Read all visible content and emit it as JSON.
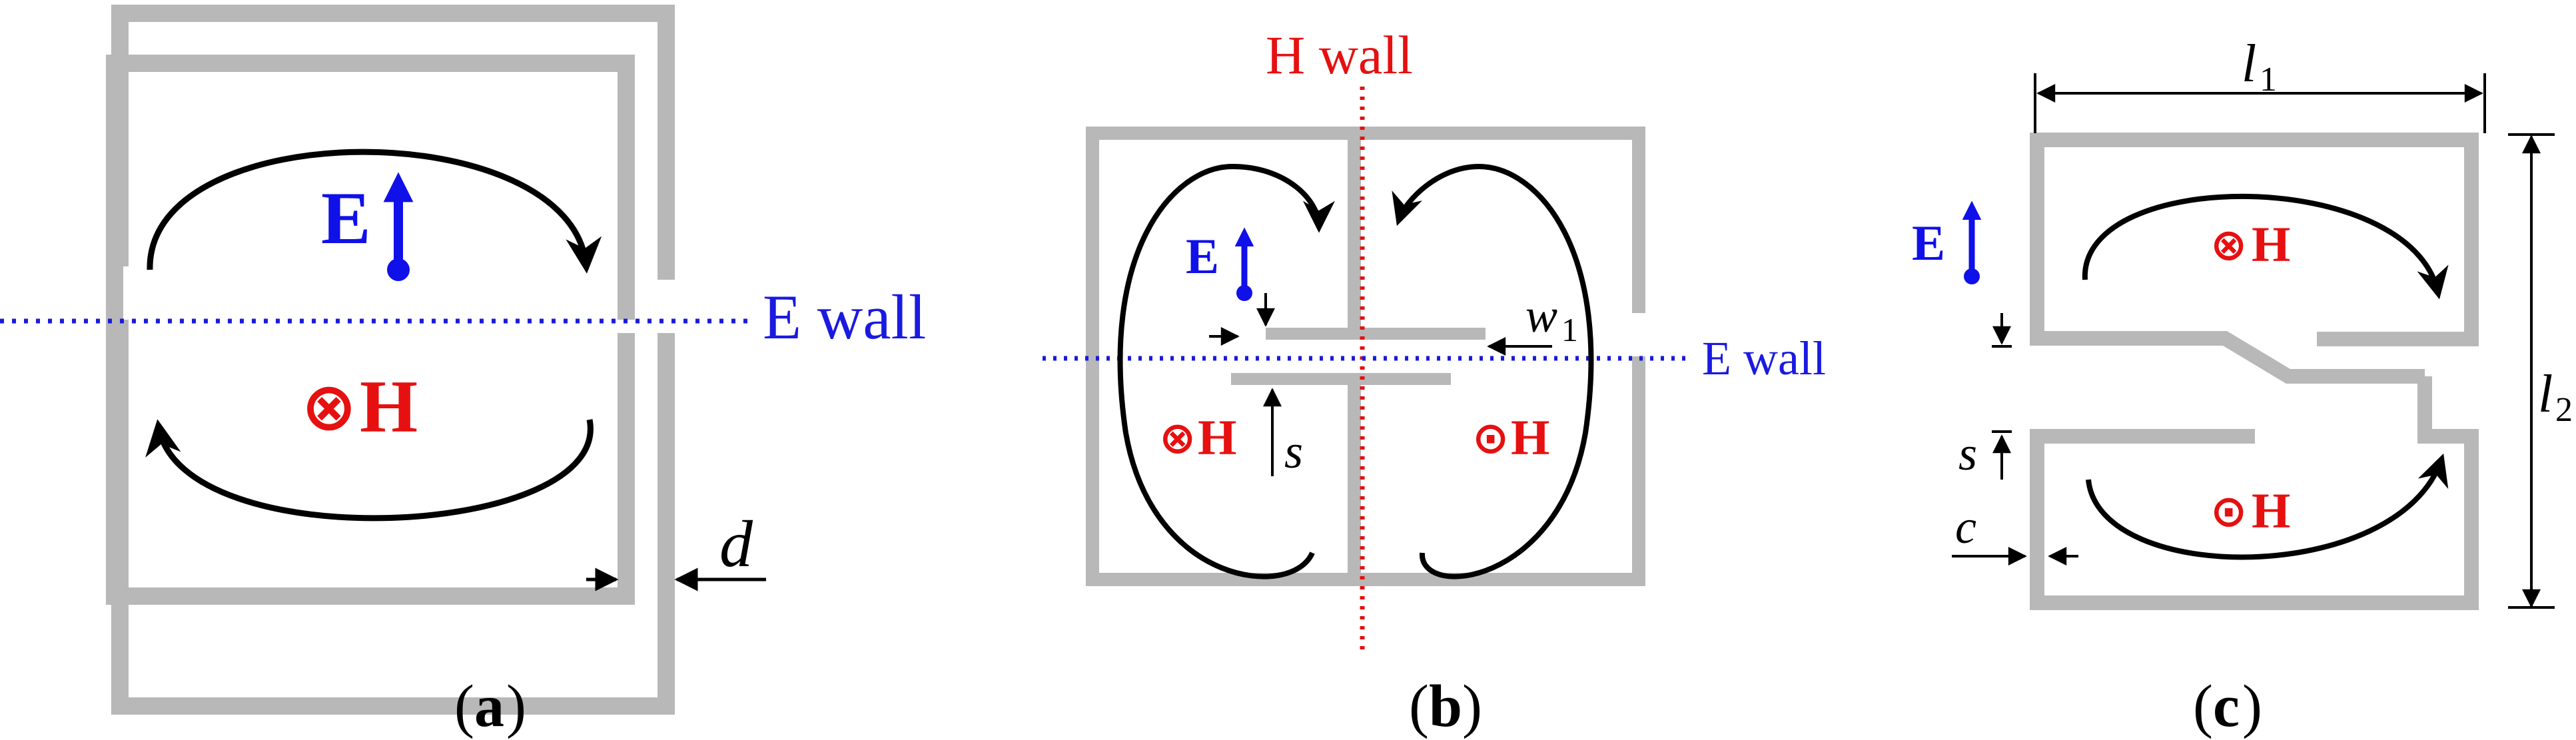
{
  "colors": {
    "resonator": "#b8b8b8",
    "e_field": "#1010e8",
    "h_field": "#e61010",
    "e_wall": "#1a1ae0",
    "h_wall": "#e61010",
    "ink": "#000000"
  },
  "icons": {
    "into_page": "⊗",
    "out_of_page": "⊙"
  },
  "panel_a": {
    "caption": "a",
    "e_label": "E",
    "h_label": "H",
    "wall_label": "E wall",
    "gap_label": "d"
  },
  "panel_b": {
    "caption": "b",
    "e_label": "E",
    "h_left_label": "H",
    "h_right_label": "H",
    "h_wall_label": "H wall",
    "e_wall_label": "E wall",
    "w_label": "w",
    "w_sub": "1",
    "s_label": "s"
  },
  "panel_c": {
    "caption": "c",
    "e_label": "E",
    "h_top_label": "H",
    "h_bottom_label": "H",
    "l1_label": "l",
    "l1_sub": "1",
    "l2_label": "l",
    "l2_sub": "2",
    "s_label": "s",
    "c_label": "c"
  }
}
